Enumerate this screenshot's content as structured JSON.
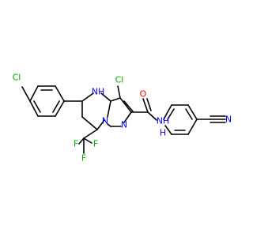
{
  "colors": {
    "bond": "#000000",
    "carbon": "#000000",
    "nitrogen": "#0000ff",
    "oxygen": "#ff0000",
    "chlorine": "#00aa00",
    "fluorine": "#00aa00"
  },
  "atoms": {
    "cl_left": "Cl",
    "cl_right": "Cl",
    "nh_ring": "NH",
    "n_bridge": "N",
    "n_ring": "N",
    "o_carbonyl": "O",
    "nh_amide": "NH",
    "h_amide": "H",
    "n_nitrile": "N",
    "f_left": "F",
    "f_right": "F",
    "f_bottom": "F"
  }
}
